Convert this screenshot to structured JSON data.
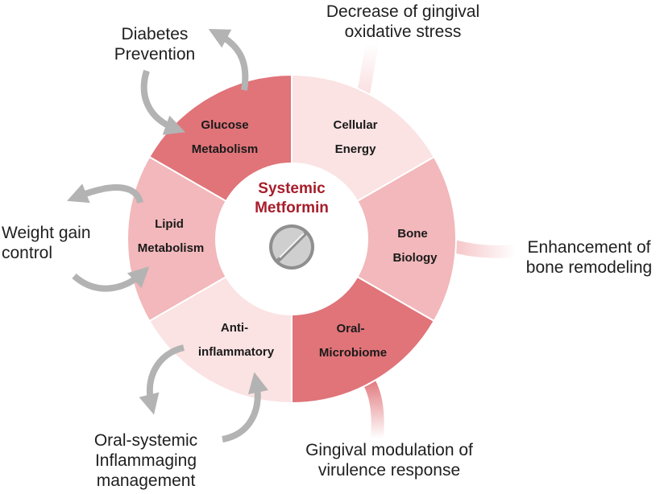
{
  "colors": {
    "dark_segment": "#e07479",
    "medium_segment": "#f2b8bb",
    "light_segment": "#fbe2e3",
    "center_title": "#a71d2a",
    "arrow_gray": "#b3b3b3",
    "text": "#1f1f1f"
  },
  "center": {
    "line1": "Systemic",
    "line2": "Metformin",
    "icon": "pill-icon"
  },
  "segments": [
    {
      "id": "glucose",
      "line1": "Glucose",
      "line2": "Metabolism",
      "shade": "dark"
    },
    {
      "id": "cellular",
      "line1": "Cellular",
      "line2": "Energy",
      "shade": "light"
    },
    {
      "id": "bone",
      "line1": "Bone",
      "line2": "Biology",
      "shade": "medium"
    },
    {
      "id": "oral",
      "line1": "Oral-",
      "line2": "Microbiome",
      "shade": "dark"
    },
    {
      "id": "anti",
      "line1": "Anti-",
      "line2": "inflammatory",
      "shade": "light"
    },
    {
      "id": "lipid",
      "line1": "Lipid",
      "line2": "Metabolism",
      "shade": "medium"
    }
  ],
  "outcomes": {
    "diabetes": {
      "line1": "Diabetes",
      "line2": "Prevention"
    },
    "oxidative": {
      "line1": "Decrease of gingival",
      "line2": "oxidative stress"
    },
    "bone": {
      "line1": "Enhancement of",
      "line2": "bone remodeling"
    },
    "weight": {
      "line1": "Weight gain",
      "line2": "control"
    },
    "inflammaging": {
      "line1": "Oral-systemic",
      "line2": "Inflammaging",
      "line3": "management"
    },
    "virulence": {
      "line1": "Gingival modulation of",
      "line2": "virulence response"
    }
  }
}
